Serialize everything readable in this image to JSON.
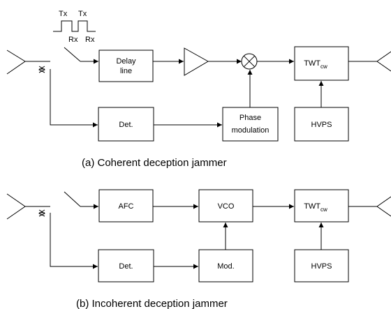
{
  "diagram_a": {
    "caption": "(a) Coherent deception jammer",
    "pulse_tx_1": "Tx",
    "pulse_tx_2": "Tx",
    "pulse_rx_1": "Rx",
    "pulse_rx_2": "Rx",
    "delay_line_1": "Delay",
    "delay_line_2": "line",
    "det": "Det.",
    "phase_mod_1": "Phase",
    "phase_mod_2": "modulation",
    "twt_main": "TWT",
    "twt_sub": "cw",
    "hvps": "HVPS"
  },
  "diagram_b": {
    "caption": "(b) Incoherent deception jammer",
    "afc": "AFC",
    "vco": "VCO",
    "det": "Det.",
    "mod": "Mod.",
    "twt_main": "TWT",
    "twt_sub": "cw",
    "hvps": "HVPS"
  }
}
